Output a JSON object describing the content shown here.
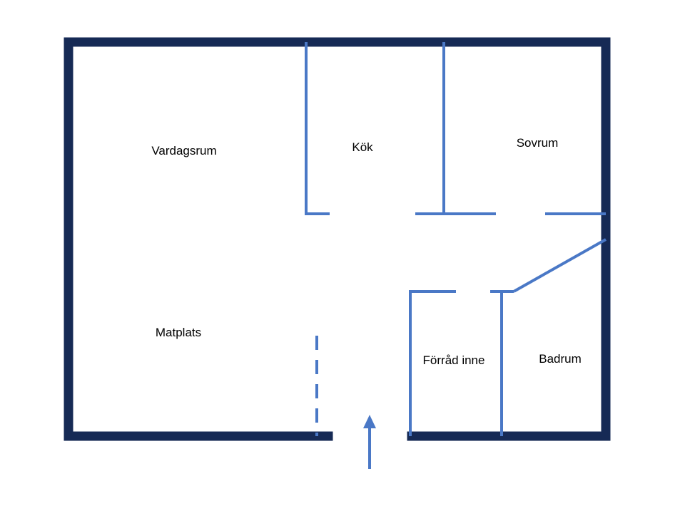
{
  "floorplan": {
    "rooms": [
      {
        "id": "vardagsrum",
        "label": "Vardagsrum"
      },
      {
        "id": "kok",
        "label": "Kök"
      },
      {
        "id": "sovrum",
        "label": "Sovrum"
      },
      {
        "id": "matplats",
        "label": "Matplats"
      },
      {
        "id": "forrad",
        "label": "Förråd inne"
      },
      {
        "id": "badrum",
        "label": "Badrum"
      }
    ],
    "colors": {
      "outer_wall": "#162a55",
      "inner_wall": "#4a78c6",
      "label_text": "#000000",
      "background": "#ffffff"
    },
    "entrance_icon": "arrow-up-icon"
  }
}
